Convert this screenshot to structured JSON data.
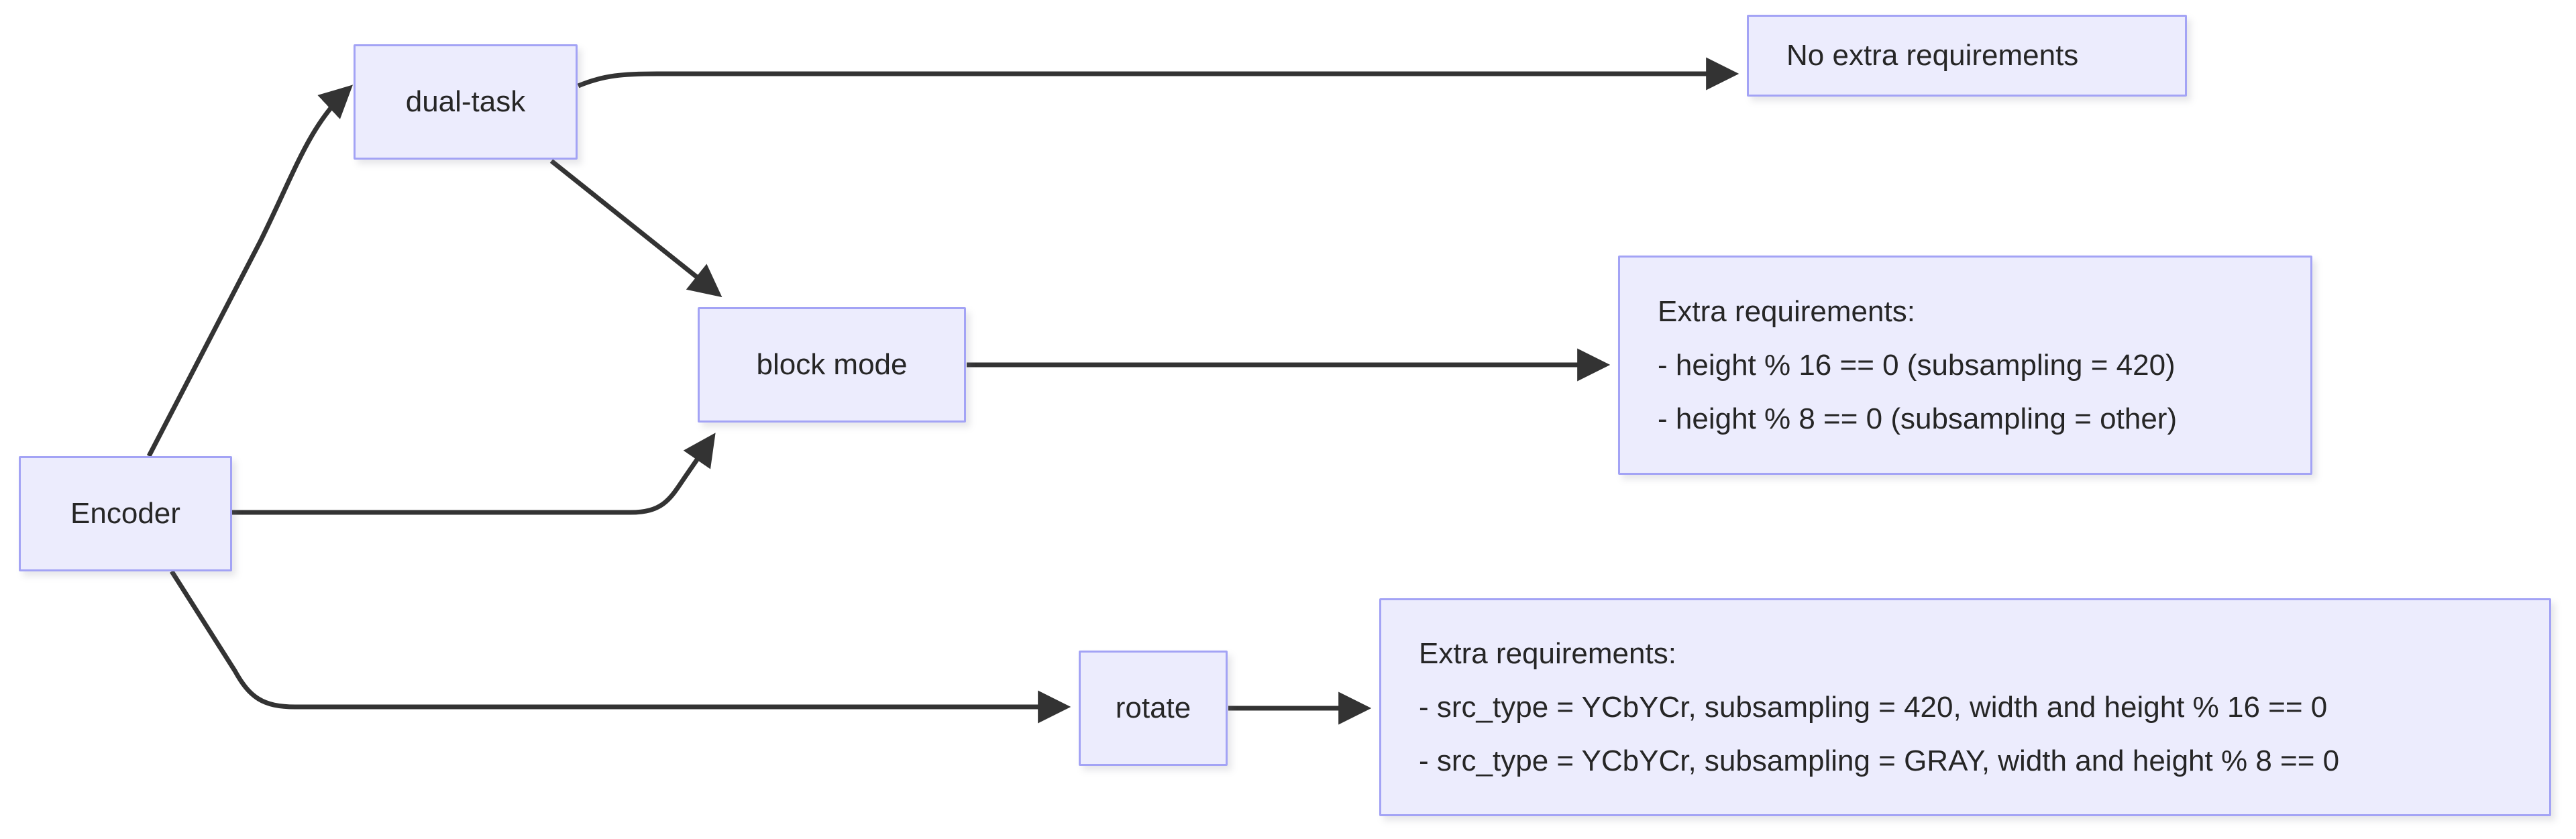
{
  "diagram": {
    "type": "flowchart",
    "direction": "left-to-right",
    "colors": {
      "node_fill": "#ececfd",
      "node_border": "#a3a3f5",
      "edge_stroke": "#333333",
      "text": "#262626",
      "background": "#ffffff"
    },
    "nodes": [
      {
        "id": "encoder",
        "label": "Encoder"
      },
      {
        "id": "dual-task",
        "label": "dual-task"
      },
      {
        "id": "block-mode",
        "label": "block mode"
      },
      {
        "id": "rotate",
        "label": "rotate"
      },
      {
        "id": "no-extra",
        "label": "No extra requirements"
      },
      {
        "id": "extra-block",
        "lines": [
          "Extra requirements:",
          "- height % 16 == 0 (subsampling = 420)",
          "- height % 8 == 0 (subsampling = other)"
        ]
      },
      {
        "id": "extra-rotate",
        "lines": [
          "Extra requirements:",
          "- src_type = YCbYCr, subsampling = 420, width and height % 16 == 0",
          "- src_type = YCbYCr, subsampling = GRAY, width and height % 8 == 0"
        ]
      }
    ],
    "edges": [
      {
        "from": "encoder",
        "to": "dual-task",
        "label": ""
      },
      {
        "from": "encoder",
        "to": "block-mode",
        "label": ""
      },
      {
        "from": "encoder",
        "to": "rotate",
        "label": ""
      },
      {
        "from": "dual-task",
        "to": "no-extra",
        "label": ""
      },
      {
        "from": "dual-task",
        "to": "block-mode",
        "label": ""
      },
      {
        "from": "block-mode",
        "to": "extra-block",
        "label": ""
      },
      {
        "from": "rotate",
        "to": "extra-rotate",
        "label": ""
      }
    ]
  }
}
